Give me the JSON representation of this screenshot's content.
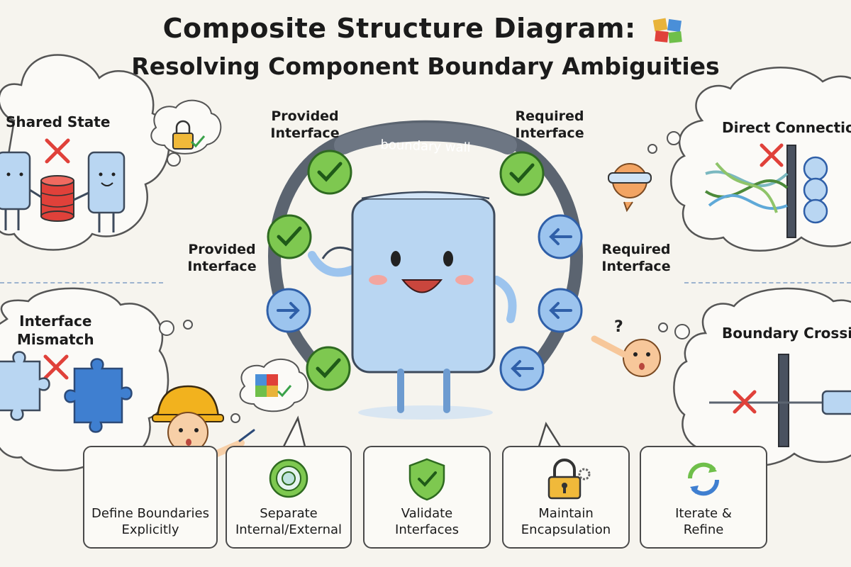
{
  "title": {
    "line1": "Composite Structure Diagram:",
    "line2": "Resolving Component Boundary Ambiguities"
  },
  "center": {
    "arc_label": "boundary wall",
    "provided_top": "Provided\nInterface",
    "required_top": "Required\nInterface",
    "provided_side": "Provided\nInterface",
    "required_side": "Required\nInterface"
  },
  "clouds": {
    "shared_state": "Shared State",
    "direct_connection": "Direct Connection",
    "interface_mismatch": "Interface\nMismatch",
    "boundary_crossing": "Boundary Crossi"
  },
  "cards": [
    {
      "label": "Define Boundaries\nExplicitly",
      "icon": "ruler-icon"
    },
    {
      "label": "Separate\nInternal/External",
      "icon": "target-icon"
    },
    {
      "label": "Validate\nInterfaces",
      "icon": "shield-check-icon"
    },
    {
      "label": "Maintain\nEncapsulation",
      "icon": "lock-icon"
    },
    {
      "label": "Iterate &\nRefine",
      "icon": "refresh-icon"
    }
  ],
  "colors": {
    "provided_green": "#7ec850",
    "required_blue": "#9cc4ee",
    "component_blue": "#b9d6f2",
    "error_red": "#e0413a",
    "ring_gray": "#5b6470"
  }
}
